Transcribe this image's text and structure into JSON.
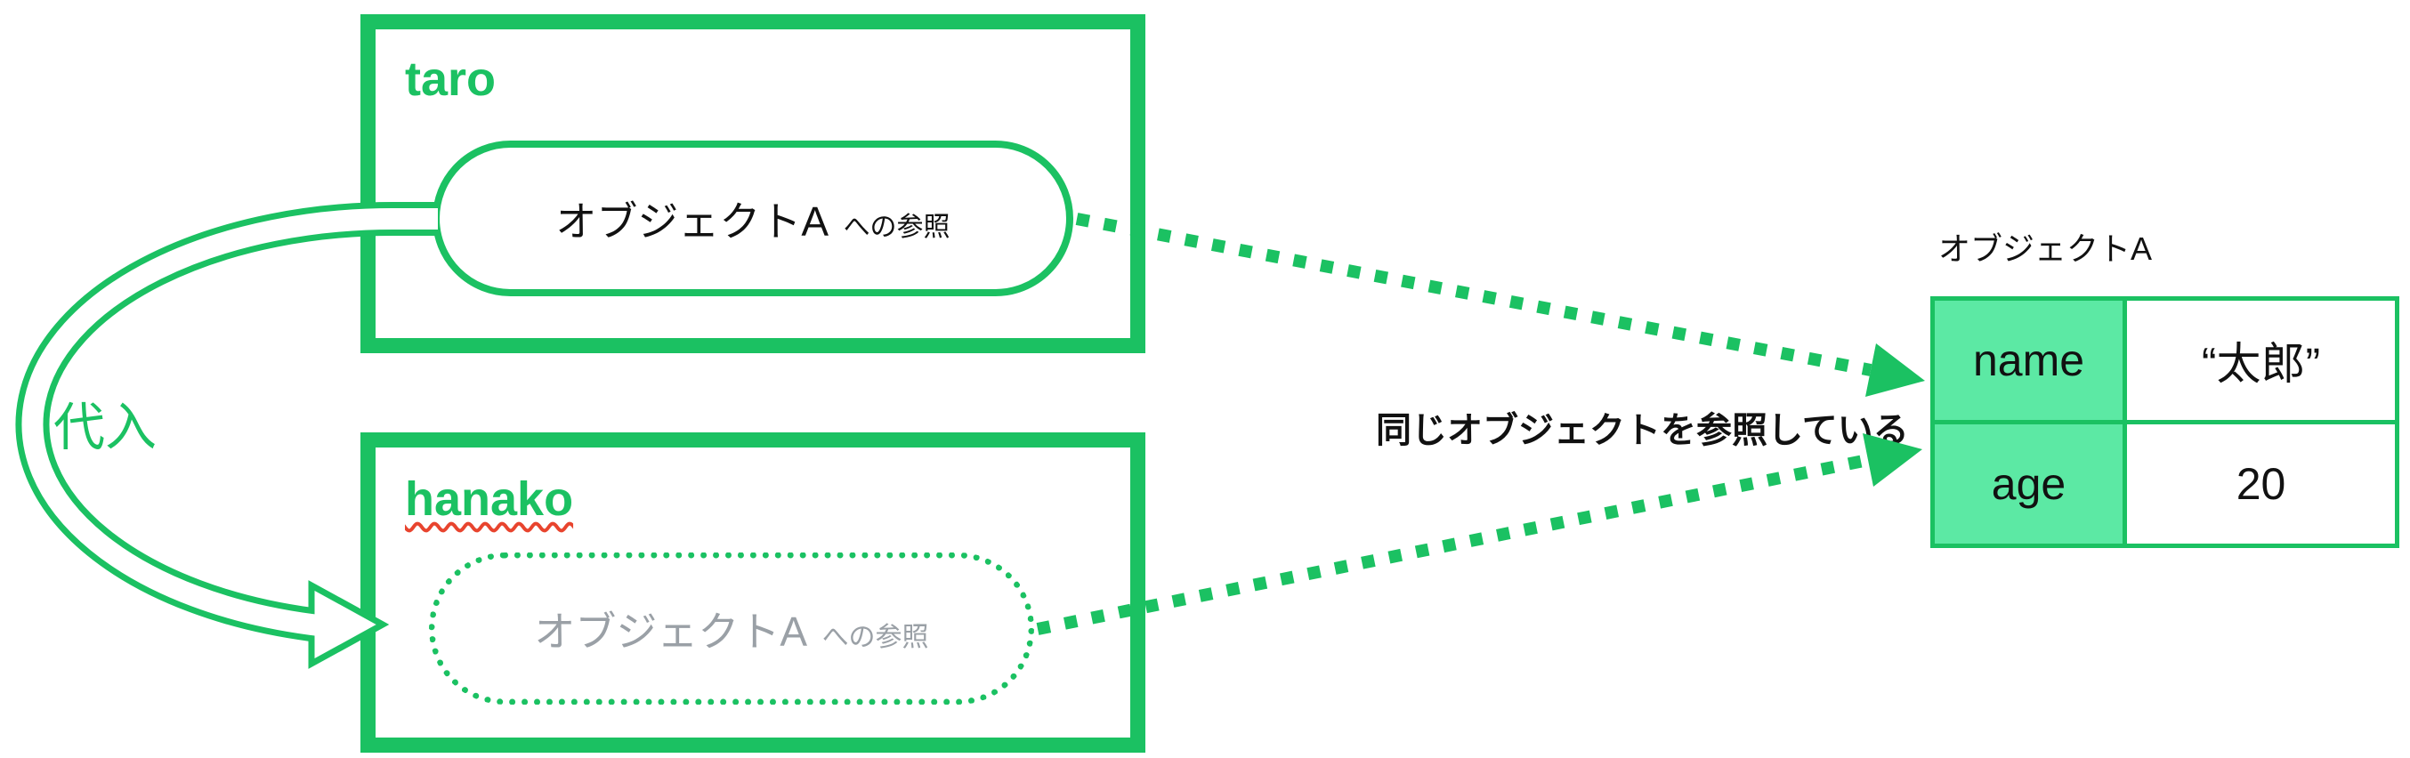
{
  "colors": {
    "green": "#1bc162",
    "mint": "#5ce9a4",
    "gray_text": "#9aa0a6",
    "underline_red": "#e8442e"
  },
  "assignment_arrow_label": "代入",
  "shared_reference_label": "同じオブジェクトを参照している",
  "taro_box": {
    "title": "taro",
    "reference_main": "オブジェクトA",
    "reference_suffix": "への参照"
  },
  "hanako_box": {
    "title": "hanako",
    "reference_main": "オブジェクトA",
    "reference_suffix": "への参照"
  },
  "object_table": {
    "title": "オブジェクトA",
    "rows": [
      {
        "key": "name",
        "value": "“太郎”"
      },
      {
        "key": "age",
        "value": "20"
      }
    ]
  }
}
